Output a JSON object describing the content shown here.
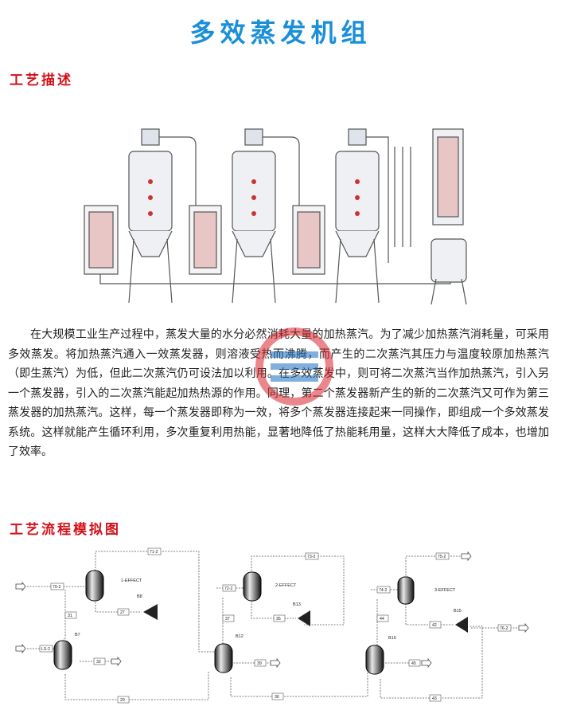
{
  "title": "多效蒸发机组",
  "sections": {
    "process_description": "工艺描述",
    "flow_diagram": "工艺流程模拟图"
  },
  "description": "在大规模工业生产过程中，蒸发大量的水分必然消耗大量的加热蒸汽。为了减少加热蒸汽消耗量，可采用多效蒸发。将加热蒸汽通入一效蒸发器，则溶液受热而沸腾，而产生的二次蒸汽其压力与温度较原加热蒸汽（即生蒸汽）为低，但此二次蒸汽仍可设法加以利用。在多效蒸发中，则可将二次蒸汽当作加热蒸汽，引入另一个蒸发器，引入的二次蒸汽能起加热热源的作用。同理，第二个蒸发器新产生的新的二次蒸汽又可作为第三蒸发器的加热蒸汽。这样，每一个蒸发器即称为一效，将多个蒸发器连接起来一同操作，即组成一个多效蒸发系统。这样就能产生循环利用，多次重复利用热能，显著地降低了热能耗用量，这样大大降低了成本，也增加了效率。",
  "flow": {
    "effects": [
      "1-EFFECT",
      "2-EFFECT",
      "3-EFFECT"
    ],
    "blocks": [
      "B8",
      "B7",
      "B13",
      "B12",
      "B15",
      "B16"
    ],
    "streams": [
      "70-2",
      "71-2",
      "27",
      "31",
      "LS-2",
      "32",
      "29",
      "72-2",
      "73-2",
      "37",
      "35",
      "39",
      "36",
      "74-2",
      "75-2",
      "44",
      "42",
      "76-2",
      "45",
      "43"
    ]
  },
  "colors": {
    "title": "#1a8fd8",
    "section": "#d4111a"
  }
}
